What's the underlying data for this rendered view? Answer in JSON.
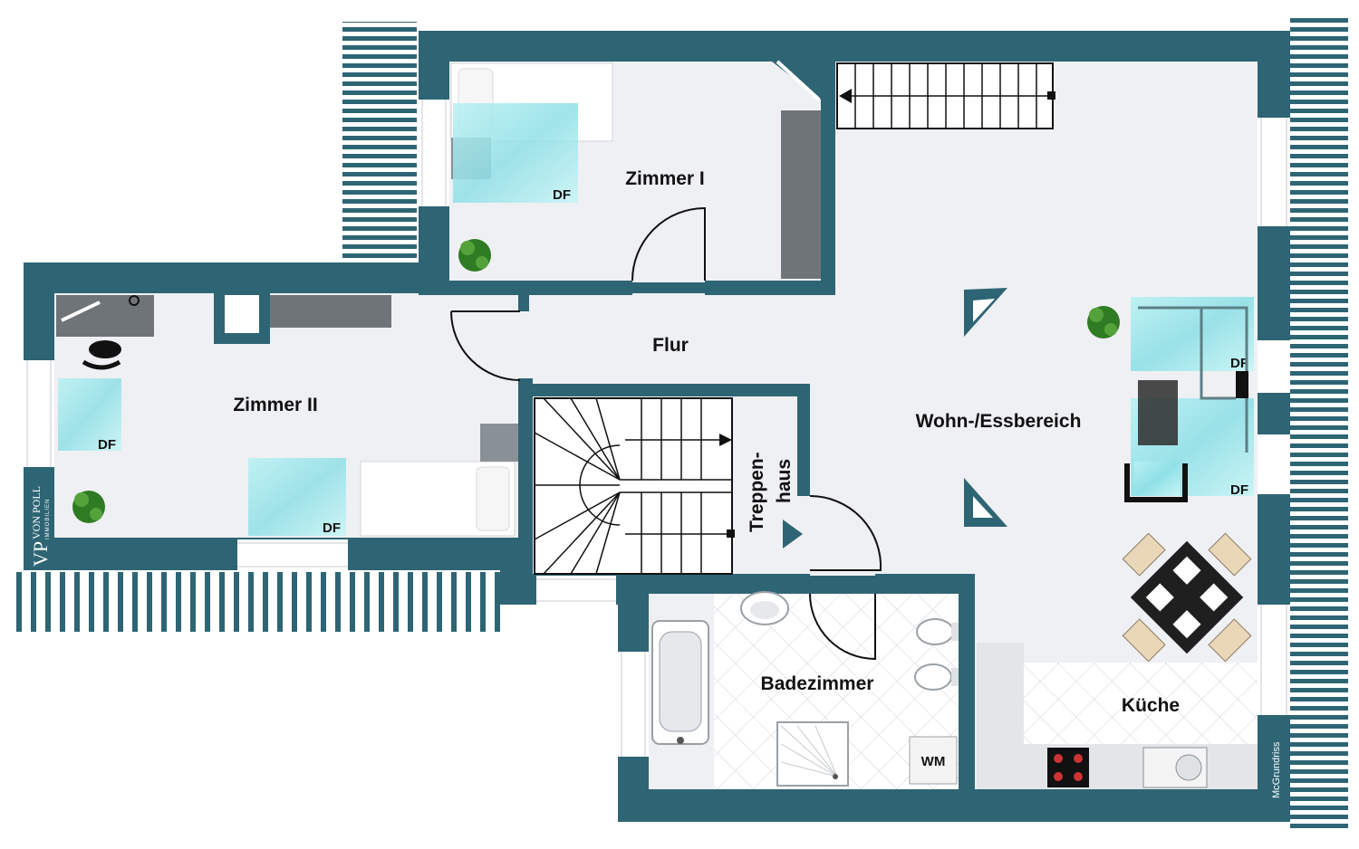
{
  "rooms": {
    "zimmer1": "Zimmer I",
    "zimmer2": "Zimmer II",
    "flur": "Flur",
    "treppen_line1": "Treppen-",
    "treppen_line2": "haus",
    "wohn": "Wohn-/Essbereich",
    "bad": "Badezimmer",
    "kueche": "Küche"
  },
  "skylight_label": "DF",
  "washer_label": "WM",
  "brand": {
    "mark": "VP",
    "name": "VON POLL",
    "sub": "IMMOBILIEN"
  },
  "credit": "McGrundriss",
  "colors": {
    "wall": "#2e6574",
    "floor": "#eff0f3",
    "skylight": "#9fe6ea",
    "tile": "#ffffff"
  }
}
